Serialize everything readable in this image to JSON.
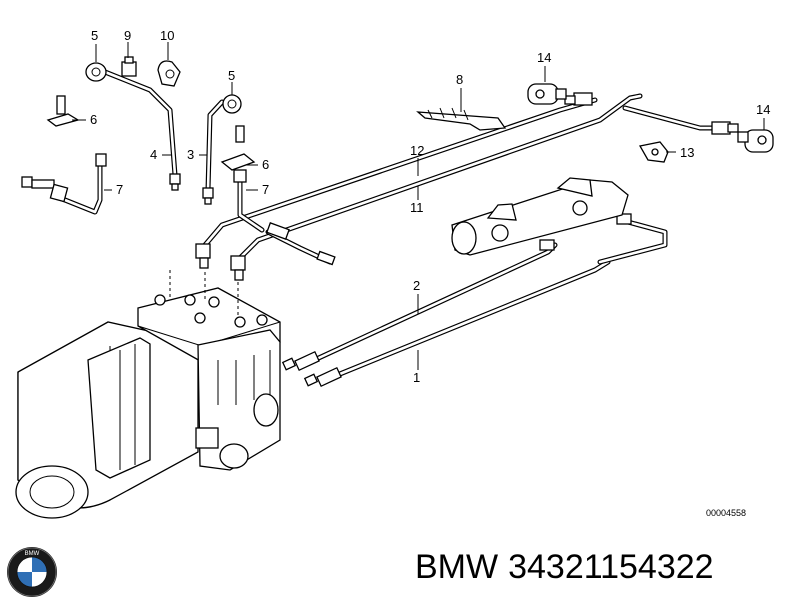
{
  "drawing_number": "00004558",
  "brand": "BMW",
  "part_number": "34321154322",
  "logo": {
    "name": "bmw-roundel-logo",
    "letters": "BMW"
  },
  "callouts": [
    {
      "id": "c5a",
      "text": "5"
    },
    {
      "id": "c9",
      "text": "9"
    },
    {
      "id": "c10",
      "text": "10"
    },
    {
      "id": "c6a",
      "text": "6"
    },
    {
      "id": "c4",
      "text": "4"
    },
    {
      "id": "c7a",
      "text": "7"
    },
    {
      "id": "c5b",
      "text": "5"
    },
    {
      "id": "c3",
      "text": "3"
    },
    {
      "id": "c6b",
      "text": "6"
    },
    {
      "id": "c7b",
      "text": "7"
    },
    {
      "id": "c8",
      "text": "8"
    },
    {
      "id": "c14a",
      "text": "14"
    },
    {
      "id": "c14b",
      "text": "14"
    },
    {
      "id": "c13",
      "text": "13"
    },
    {
      "id": "c12",
      "text": "12"
    },
    {
      "id": "c11",
      "text": "11"
    },
    {
      "id": "c2",
      "text": "2"
    },
    {
      "id": "c1",
      "text": "1"
    }
  ]
}
